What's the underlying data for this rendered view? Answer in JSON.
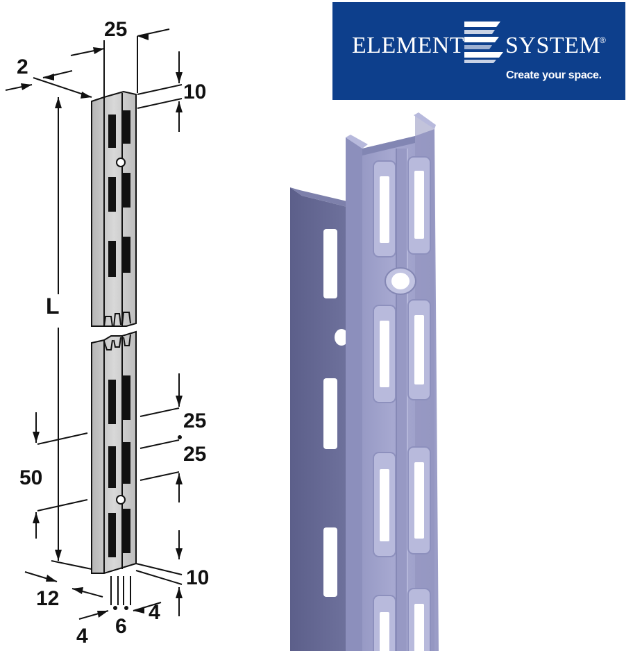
{
  "logo": {
    "word_left": "ELEMENT",
    "word_right": "SYSTEM",
    "registered_mark": "®",
    "tagline": "Create your space.",
    "background_color": "#0d3f8c",
    "text_color": "#ffffff",
    "mark_icon": "stacked-stripes-E-icon"
  },
  "drawing": {
    "dimensions": {
      "top_width": "25",
      "wall_thickness": "2",
      "top_offset": "10",
      "length": "L",
      "pitch_a": "25",
      "pitch_b": "25",
      "slot_spacing": "50",
      "bottom_offset": "10",
      "depth": "12",
      "slot_width_right": "4",
      "center_gap": "6",
      "slot_width_left": "4"
    },
    "colors": {
      "line": "#111111",
      "profile_fill": "#c8c8c8",
      "render_face": "#9ea0c8",
      "render_side": "#62658f"
    }
  }
}
